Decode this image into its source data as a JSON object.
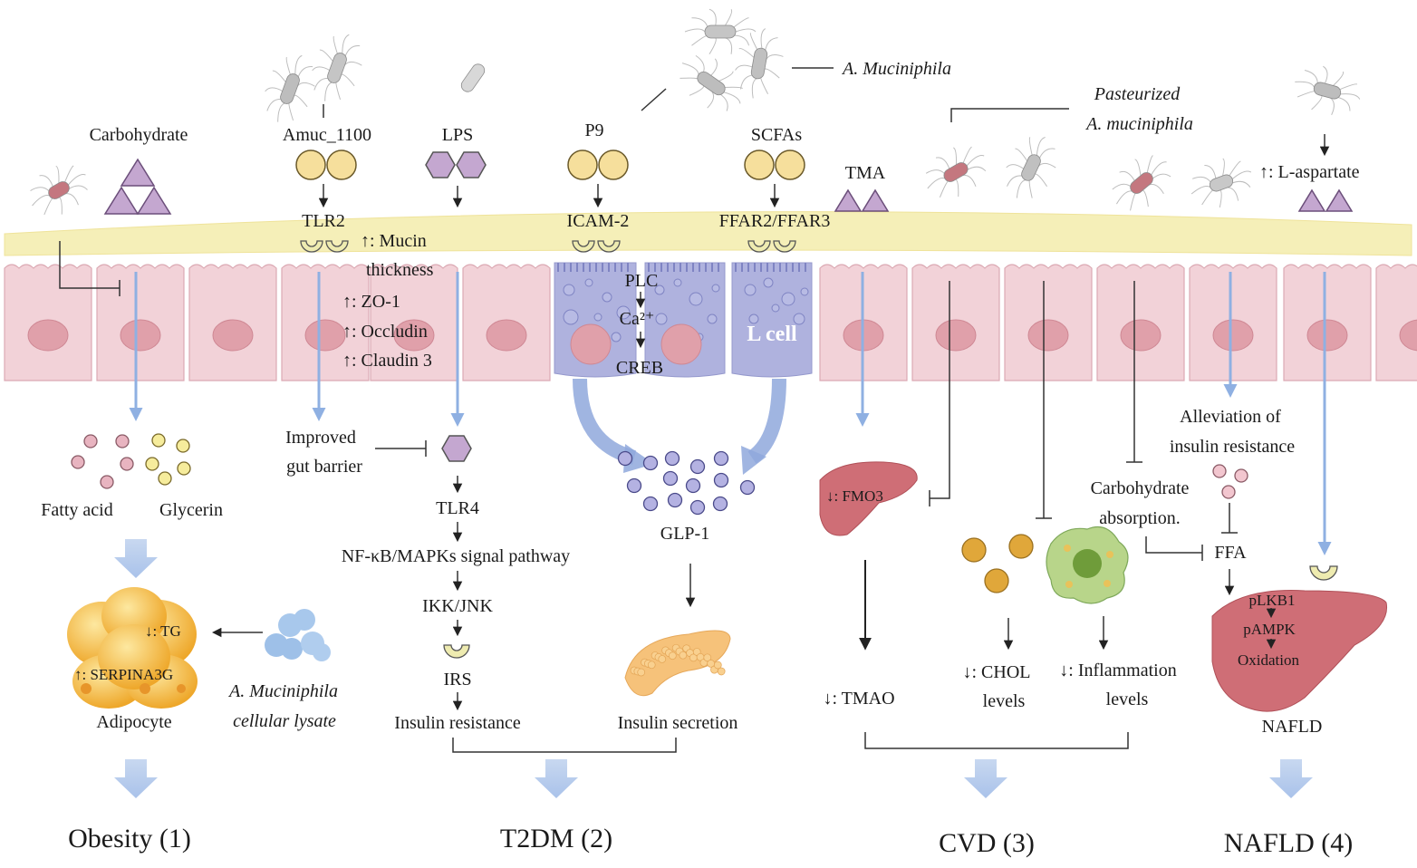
{
  "labels": {
    "carbohydrate": "Carbohydrate",
    "amuc": "Amuc_1100",
    "lps": "LPS",
    "p9": "P9",
    "scfas": "SCFAs",
    "tma": "TMA",
    "a_muciniphila": "A. Muciniphila",
    "pasteurized_1": "Pasteurized",
    "pasteurized_2": "A. muciniphila",
    "l_aspartate": "↑: L-aspartate",
    "tlr2": "TLR2",
    "icam2": "ICAM-2",
    "ffar": "FFAR2/FFAR3",
    "mucin_1": "↑: Mucin",
    "mucin_2": "thickness",
    "zo1": "↑: ZO-1",
    "occludin": "↑: Occludin",
    "claudin": "↑: Claudin 3",
    "plc": "PLC",
    "ca": "Ca²⁺",
    "creb": "CREB",
    "lcell": "L cell",
    "fatty_acid": "Fatty acid",
    "glycerin": "Glycerin",
    "improved_1": "Improved",
    "improved_2": "gut barrier",
    "tlr4": "TLR4",
    "nfkb": "NF-κB/MAPKs signal pathway",
    "ikk": "IKK/JNK",
    "irs": "IRS",
    "insulin_resistance": "Insulin resistance",
    "glp1": "GLP-1",
    "insulin_secretion": "Insulin secretion",
    "tg": "↓: TG",
    "serpina": "↑: SERPINA3G",
    "adipocyte": "Adipocyte",
    "lysate_1": "A. Muciniphila",
    "lysate_2": "cellular lysate",
    "fmo3": "↓: FMO3",
    "tmao": "↓: TMAO",
    "chol_1": "↓: CHOL",
    "chol_2": "levels",
    "infl_1": "↓: Inflammation",
    "infl_2": "levels",
    "alleviation_1": "Alleviation of",
    "alleviation_2": "insulin resistance",
    "carbabs_1": "Carbohydrate",
    "carbabs_2": "absorption.",
    "ffa": "FFA",
    "plkb1": "pLKB1",
    "pampk": "pAMPK",
    "oxidation": "Oxidation",
    "nafld_liver": "NAFLD",
    "obesity": "Obesity (1)",
    "t2dm": "T2DM (2)",
    "cvd": "CVD (3)",
    "nafld": "NAFLD (4)"
  },
  "colors": {
    "mucus": "#f5efb8",
    "cell": "#f2d2d8",
    "lcell": "#a9acdc",
    "yellow_molecule": "#f6df9c",
    "purple_molecule": "#c4a7d0",
    "blue_arrow": "#8fb0e2",
    "liver": "#c9676f",
    "adipocyte": "#f5b53a",
    "glp1": "#b4b2e2",
    "chol": "#e0a73a"
  }
}
